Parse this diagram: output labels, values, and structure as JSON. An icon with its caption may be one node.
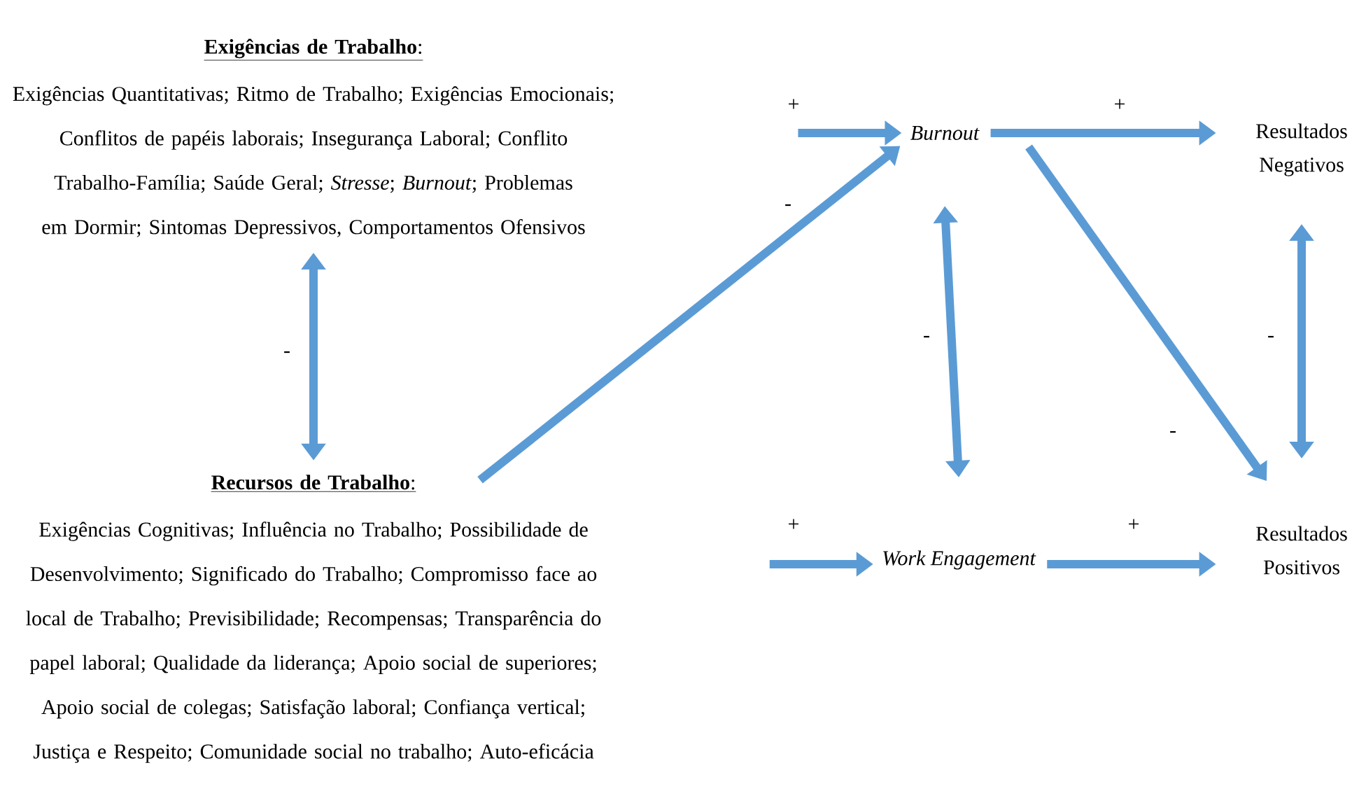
{
  "diagram": {
    "nodes": [
      {
        "text": [
          "**Exigências de Trabalho**:",
          "Exigências Quantitativas; Ritmo de Trabalho; Exigências Emocionais; Conflitos de papéis laborais; Insegurança Laboral; Conflito Trabalho-Família; Saúde Geral; *Stresse*; *Burnout*; Problemas em Dormir; Sintomas Depressivos, Comportamentos Ofensivos"
        ]
      },
      {
        "text": [
          "**Recursos de Trabalho**:",
          "Exigências Cognitivas; Influência no Trabalho; Possibilidade de Desenvolvimento; Significado do Trabalho; Compromisso face ao local de Trabalho; Previsibilidade; Recompensas; Transparência do papel laboral; Qualidade da liderança; Apoio social de superiores; Apoio social de colegas; Satisfação laboral; Confiança vertical; Justiça e Respeito; Comunidade social no trabalho; Auto-eficácia"
        ]
      },
      {
        "text": [
          "Burnout"
        ]
      },
      {
        "text": [
          "Work Engagement"
        ]
      },
      {
        "text": [
          "Resultados Negativos"
        ]
      },
      {
        "text": [
          "Resultados Positivos"
        ]
      }
    ],
    "edges": [
      {
        "from": 0,
        "to": 1,
        "arrow": "both",
        "label": "-"
      },
      {
        "from": 1,
        "to": 2,
        "arrow": "to",
        "label": "-"
      },
      {
        "from": null,
        "to": 2,
        "arrow": "to",
        "label": "+"
      },
      {
        "from": 2,
        "to": 4,
        "arrow": "to",
        "label": "+"
      },
      {
        "from": 2,
        "to": 3,
        "arrow": "both",
        "label": "-"
      },
      {
        "from": 4,
        "to": 5,
        "arrow": "both",
        "label": "-"
      },
      {
        "from": 2,
        "to": 5,
        "arrow": "to",
        "label": "-"
      },
      {
        "from": null,
        "to": 3,
        "arrow": "to",
        "label": "+"
      },
      {
        "from": 3,
        "to": 5,
        "arrow": "to",
        "label": "+"
      }
    ]
  }
}
